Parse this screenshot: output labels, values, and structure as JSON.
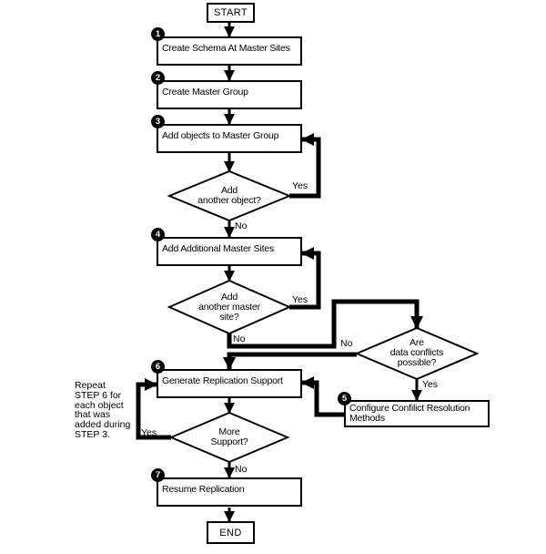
{
  "flowchart": {
    "terminals": {
      "start": "START",
      "end": "END"
    },
    "steps": [
      {
        "num": "1",
        "label": "Create Schema At Master Sites"
      },
      {
        "num": "2",
        "label": "Create Master Group"
      },
      {
        "num": "3",
        "label": "Add objects to Master Group"
      },
      {
        "num": "4",
        "label": "Add Additional Master Sites"
      },
      {
        "num": "5",
        "label": "Configure Confilict Resolution\nMethods"
      },
      {
        "num": "6",
        "label": "Generate Replication Support"
      },
      {
        "num": "7",
        "label": "Resume Replication"
      }
    ],
    "decisions": [
      {
        "label": "Add\nanother object?",
        "yes": "Yes",
        "no": "No"
      },
      {
        "label": "Add\nanother master\nsite?",
        "yes": "Yes",
        "no": "No"
      },
      {
        "label": "Are\ndata conflicts\npossible?",
        "yes": "Yes",
        "no": "No"
      },
      {
        "label": "More\nSupport?",
        "yes": "Yes",
        "no": "No"
      }
    ],
    "annotation": "Repeat\nSTEP 6 for\neach object\nthat was\nadded during\nSTEP 3.",
    "colors": {
      "line": "#000000",
      "background": "#ffffff",
      "badge_bg": "#000000",
      "badge_text": "#ffffff"
    }
  }
}
